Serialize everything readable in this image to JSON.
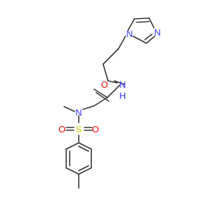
{
  "colors": {
    "bond": "#333333",
    "nitrogen": "#3333ff",
    "oxygen": "#ff0000",
    "sulfur": "#cccc00",
    "hydrogen": "#3333ff",
    "background": "#ffffff"
  },
  "atoms": {
    "N_imidazole_top": "N",
    "N_imidazole_right": "N",
    "N_amide": "N",
    "H_amide": "H",
    "O_carbonyl": "O",
    "N_sulfonamide": "N",
    "S_sulfonyl": "S",
    "O_sulfonyl_left": "O",
    "O_sulfonyl_right": "O"
  }
}
